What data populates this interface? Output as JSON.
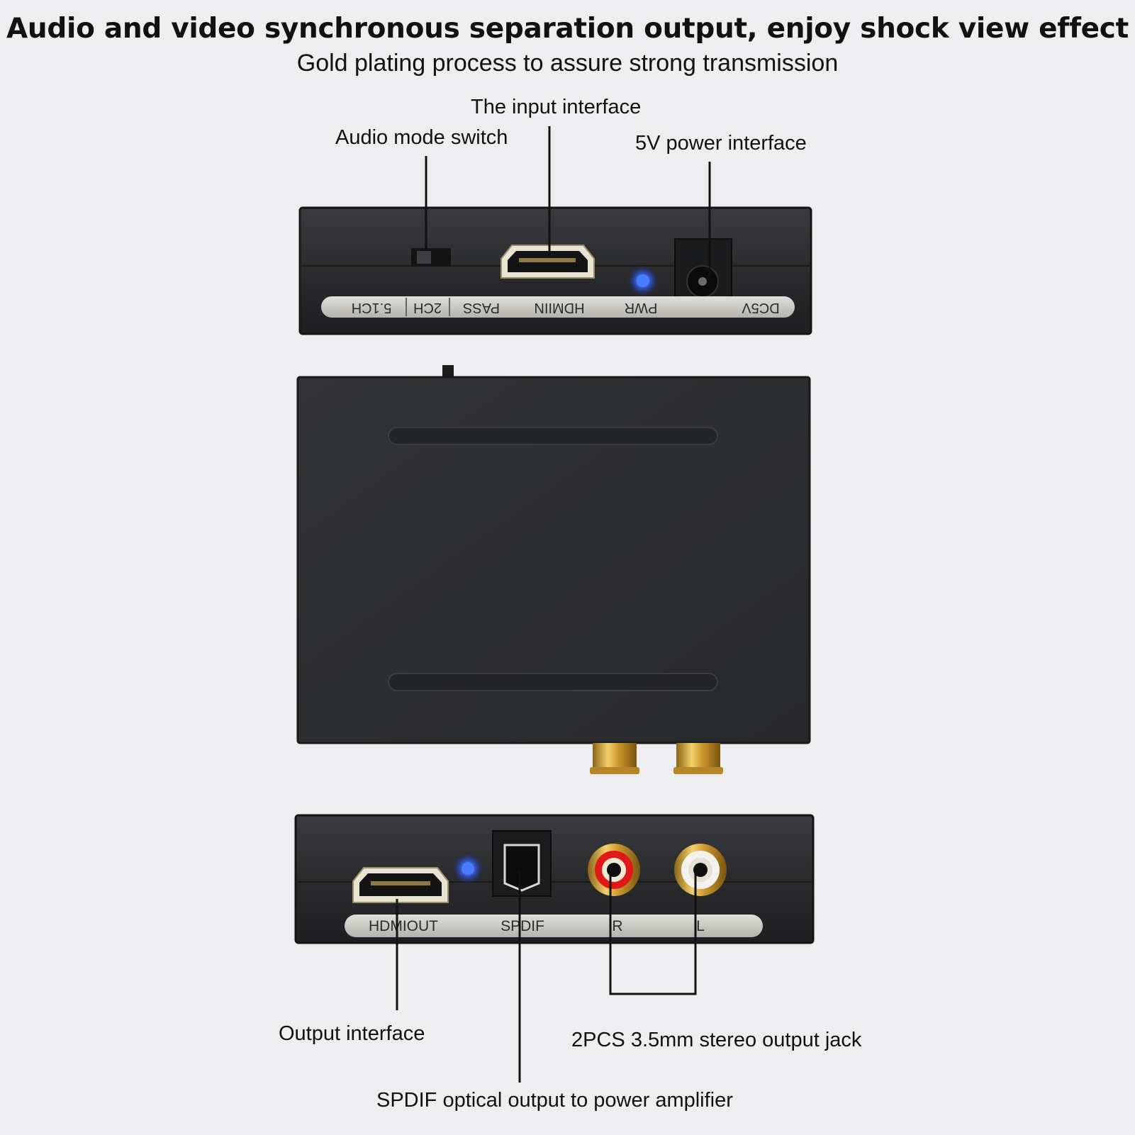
{
  "header": {
    "title": "Audio and video synchronous separation output, enjoy shock view effect",
    "subtitle": "Gold plating process to assure strong transmission"
  },
  "callouts": {
    "audio_mode_switch": "Audio mode switch",
    "input_interface": "The input interface",
    "power_interface": "5V power interface",
    "output_interface": "Output interface",
    "stereo_jack": "2PCS 3.5mm stereo output jack",
    "spdif_output": "SPDIF optical output to power amplifier"
  },
  "front_panel": {
    "labels": [
      "5.1CH",
      "2CH",
      "PASS",
      "HDMIIN",
      "PWR",
      "DC5V"
    ],
    "led_color": "#3a6bff"
  },
  "back_panel": {
    "labels": [
      "HDMIOUT",
      "SPDIF",
      "R",
      "L"
    ],
    "led_color": "#3a6bff"
  },
  "colors": {
    "background": "#eeeef0",
    "device_body": "#2c2d2f",
    "label_strip": "#c9c8c3",
    "gold": "#d6a63a"
  }
}
